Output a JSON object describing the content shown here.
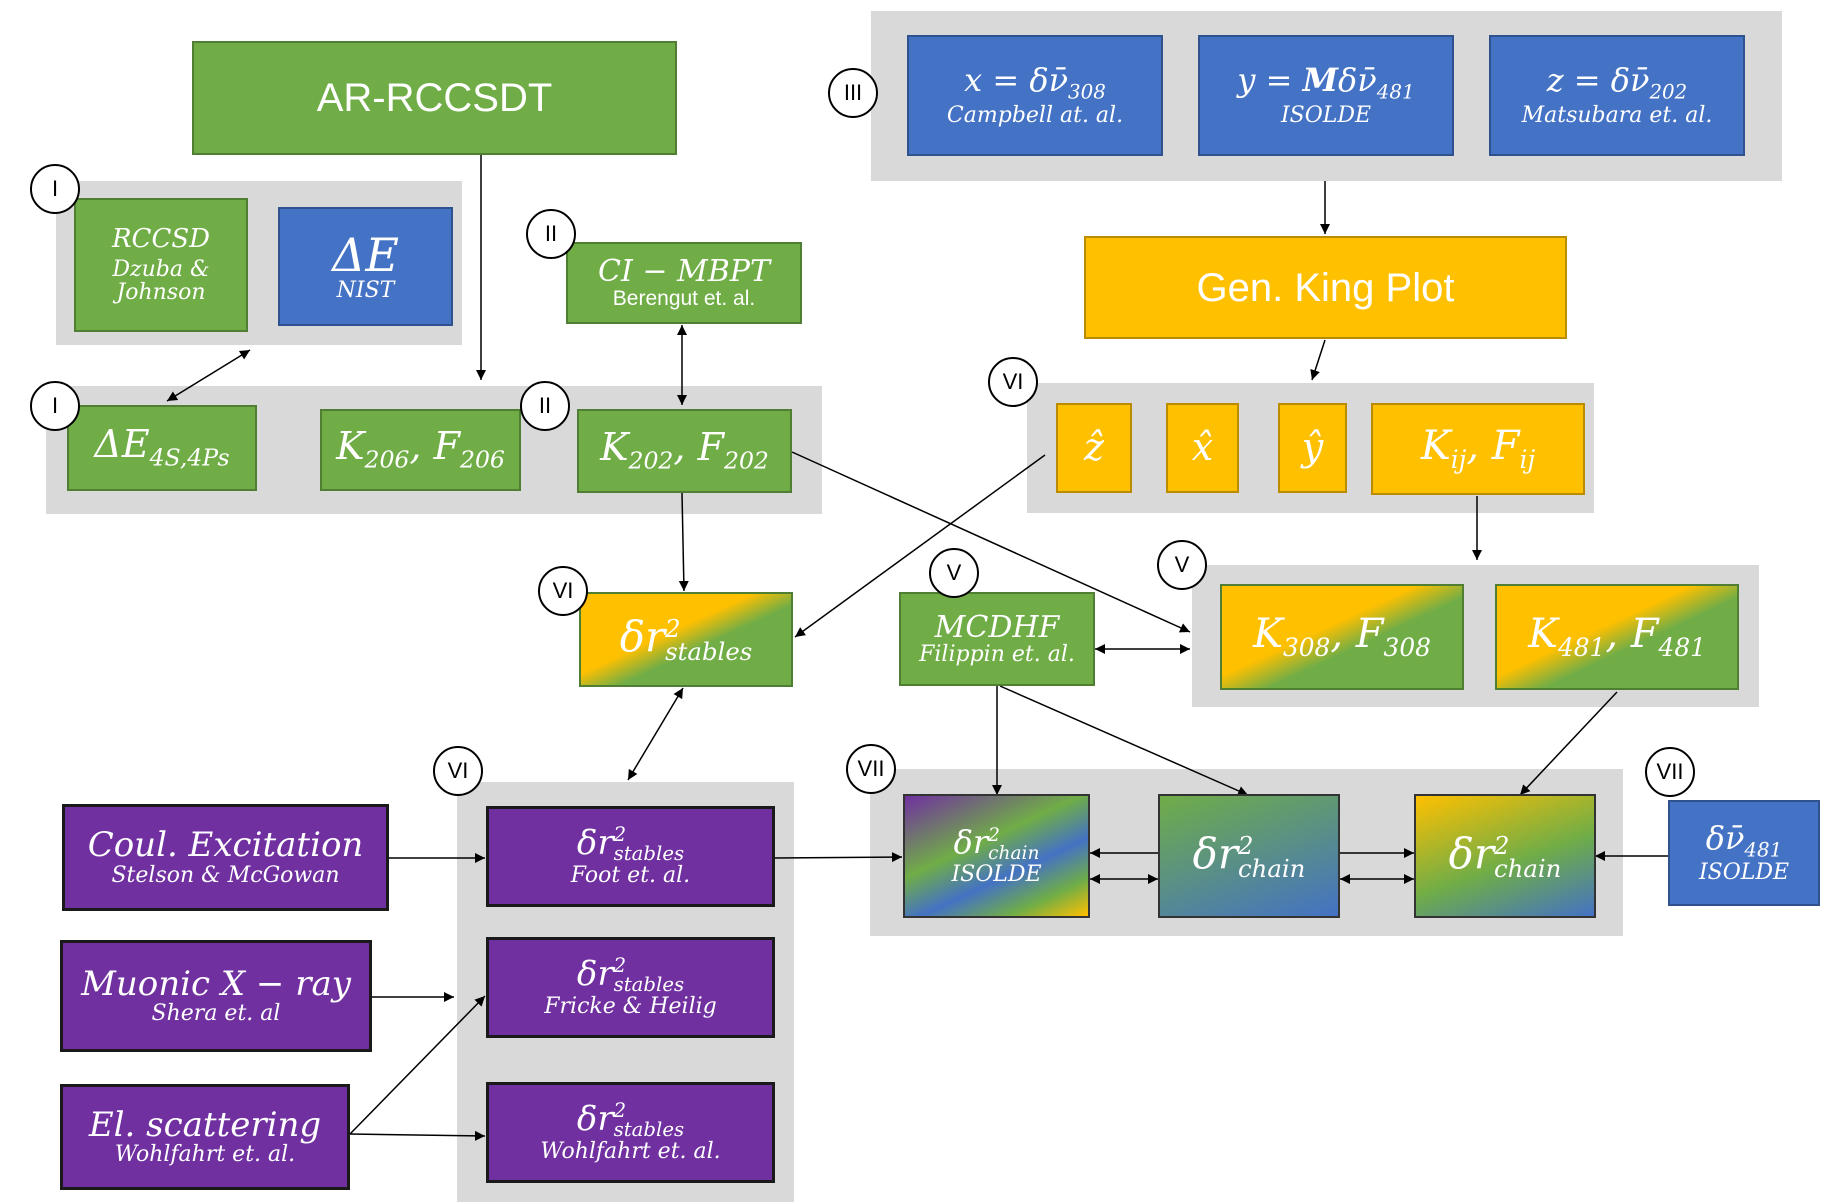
{
  "labels": {
    "ar_rccsdt": "AR-RCCSDT",
    "rccsd": "RCCSD",
    "rccsd_ref1": "Dzuba &",
    "rccsd_ref2": "Johnson",
    "delta_e": "ΔE",
    "delta_e_ref": "NIST",
    "ci_mbpt": "CI − MBPT",
    "ci_mbpt_ref": "Berengut et. al.",
    "delta_e_base": "ΔE",
    "delta_e_sub": "4S,4Ps",
    "k206_K": "K",
    "k206_sub": "206",
    "k206_F": "F",
    "k206_fsub": "206",
    "k202_K": "K",
    "k202_sub": "202",
    "k202_F": "F",
    "k202_fsub": "202",
    "x_eq": "x = δν̄",
    "x_sub": "308",
    "x_ref": "Campbell at. al.",
    "y_eq_a": "y = ",
    "y_eq_b": "M",
    "y_eq_c": "δν̄",
    "y_sub": "481",
    "y_ref": "ISOLDE",
    "z_eq": "z = δν̄",
    "z_sub": "202",
    "z_ref": "Matsubara et. al.",
    "king_plot": "Gen. King Plot",
    "z_hat": "ẑ",
    "x_hat": "x̂",
    "y_hat": "ŷ",
    "kij_K": "K",
    "kij_sub": "ij",
    "kij_F": "F",
    "kij_fsub": "ij",
    "dr": "δr",
    "sup2": "2",
    "stables": "stables",
    "chain": "chain",
    "mcdhf": "MCDHF",
    "mcdhf_ref": "Filippin et. al.",
    "k308_K": "K",
    "k308_sub": "308",
    "k308_F": "F",
    "k308_fsub": "308",
    "k481_K": "K",
    "k481_sub": "481",
    "k481_F": "F",
    "k481_fsub": "481",
    "coul": "Coul. Excitation",
    "coul_ref": "Stelson & McGowan",
    "muonic": "Muonic X − ray",
    "muonic_ref": "Shera et. al",
    "elscat": "El. scattering",
    "elscat_ref": "Wohlfahrt et. al.",
    "foot_ref": "Foot et. al.",
    "fricke_ref": "Fricke & Heilig",
    "wohl_ref": "Wohlfahrt et. al.",
    "isolde": "ISOLDE",
    "dnu481": "δν̄",
    "dnu481_sub": "481",
    "dnu481_ref": "ISOLDE"
  },
  "markers": {
    "I": "I",
    "II": "II",
    "III": "III",
    "V": "V",
    "VI": "VI",
    "VII": "VII"
  },
  "colors": {
    "green": "#70ad47",
    "blue": "#4472c4",
    "yellow": "#ffc000",
    "purple": "#7030a0",
    "panel": "#d9d9d9"
  }
}
